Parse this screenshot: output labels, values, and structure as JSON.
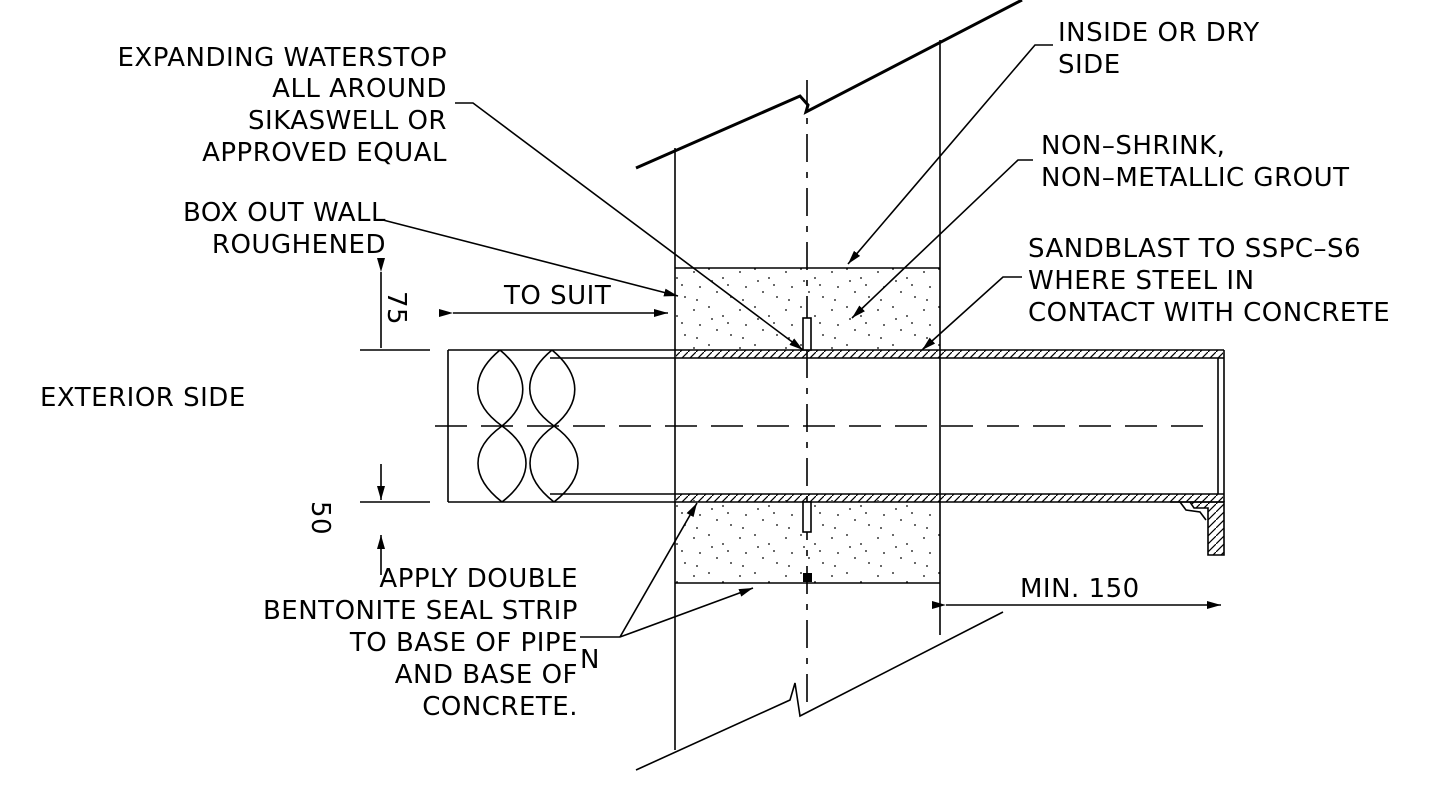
{
  "labels": {
    "waterstop": [
      "EXPANDING WATERSTOP",
      "ALL AROUND",
      "SIKASWELL OR",
      "APPROVED EQUAL"
    ],
    "dry_side": [
      "INSIDE OR DRY",
      "SIDE"
    ],
    "grout": [
      "NON–SHRINK,",
      "NON–METALLIC GROUT"
    ],
    "box_out": [
      "BOX OUT WALL",
      "ROUGHENED"
    ],
    "sandblast": [
      "SANDBLAST TO SSPC–S6",
      "WHERE STEEL IN",
      "CONTACT WITH CONCRETE"
    ],
    "to_suit": "TO SUIT",
    "exterior": "EXTERIOR SIDE",
    "bentonite": [
      "APPLY DOUBLE",
      "BENTONITE SEAL STRIP",
      "TO BASE OF  PIPE",
      "AND BASE OF",
      "CONCRETE."
    ],
    "stray_n": "N",
    "min_150": "MIN. 150"
  },
  "dimensions": {
    "top": "75",
    "bottom": "50"
  }
}
